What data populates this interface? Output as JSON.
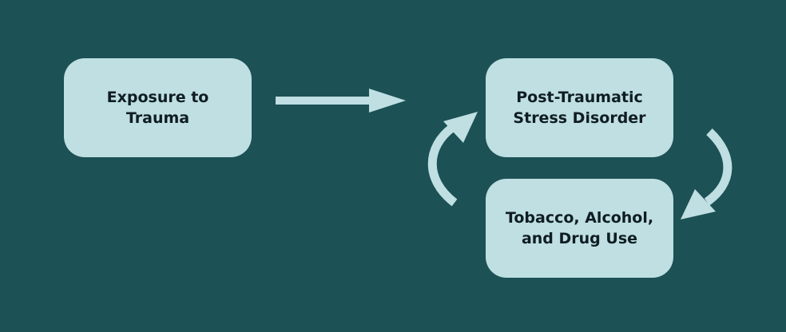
{
  "diagram": {
    "nodes": [
      {
        "id": "exposure",
        "label": "Exposure to Trauma"
      },
      {
        "id": "ptsd",
        "label": "Post-Traumatic Stress Disorder"
      },
      {
        "id": "substance",
        "label": "Tobacco, Alcohol, and Drug Use"
      }
    ],
    "edges": [
      {
        "from": "exposure",
        "to": "ptsd"
      },
      {
        "from": "ptsd",
        "to": "substance"
      },
      {
        "from": "substance",
        "to": "ptsd"
      }
    ]
  },
  "colors": {
    "background": "#1c5155",
    "node_fill": "#bfdfe2",
    "arrow": "#bfdfe2",
    "text": "#0f1d22"
  }
}
